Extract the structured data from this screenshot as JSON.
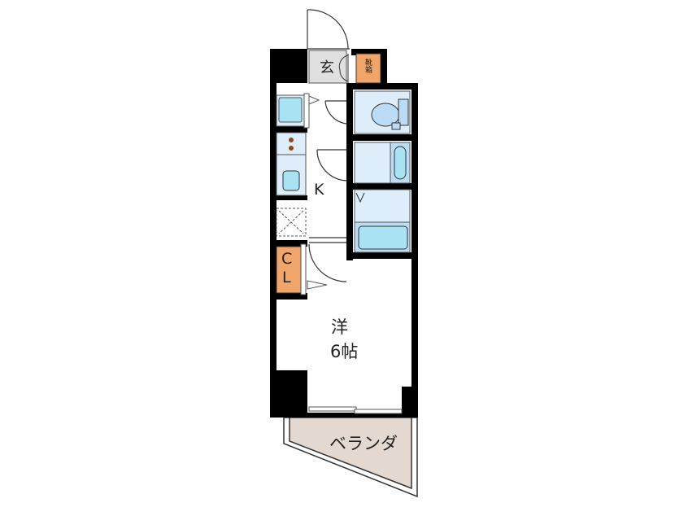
{
  "floorplan": {
    "rooms": {
      "entrance": {
        "label": "玄"
      },
      "shoe_box": {
        "label": "靴箱"
      },
      "kitchen": {
        "label": "K"
      },
      "closet": {
        "label_line1": "C",
        "label_line2": "L"
      },
      "western_room": {
        "label_line1": "洋",
        "label_line2": "6帖"
      },
      "veranda": {
        "label": "ベランダ"
      }
    },
    "colors": {
      "wall": "#000000",
      "entrance_floor": "#e0e0e0",
      "shoe_box": "#f0a66a",
      "closet": "#f0a66a",
      "wet_area": "#ddeefa",
      "fixture": "#a9e2f2",
      "veranda": "#e3d9d0"
    }
  }
}
